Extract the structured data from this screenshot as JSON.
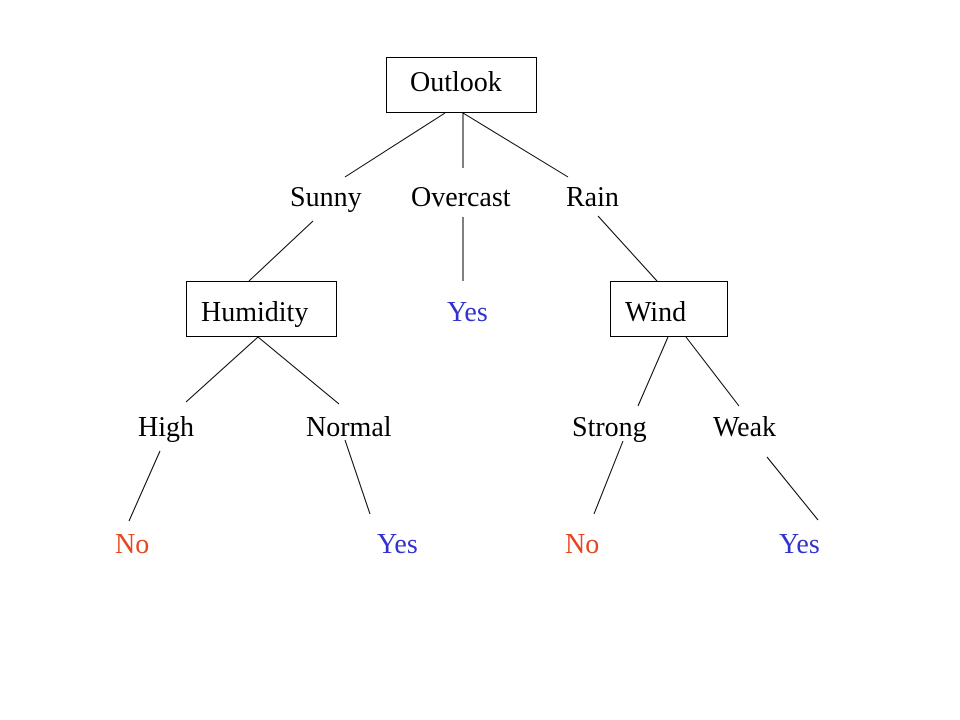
{
  "tree": {
    "root": {
      "label": "Outlook"
    },
    "branches": {
      "sunny": "Sunny",
      "overcast": "Overcast",
      "rain": "Rain",
      "high": "High",
      "normal": "Normal",
      "strong": "Strong",
      "weak": "Weak"
    },
    "nodes": {
      "humidity": "Humidity",
      "wind": "Wind"
    },
    "leaves": {
      "overcast_yes": "Yes",
      "high_no": "No",
      "normal_yes": "Yes",
      "strong_no": "No",
      "weak_yes": "Yes"
    }
  },
  "colors": {
    "yes": "#3333cc",
    "no": "#e8461e",
    "line": "#000000"
  }
}
